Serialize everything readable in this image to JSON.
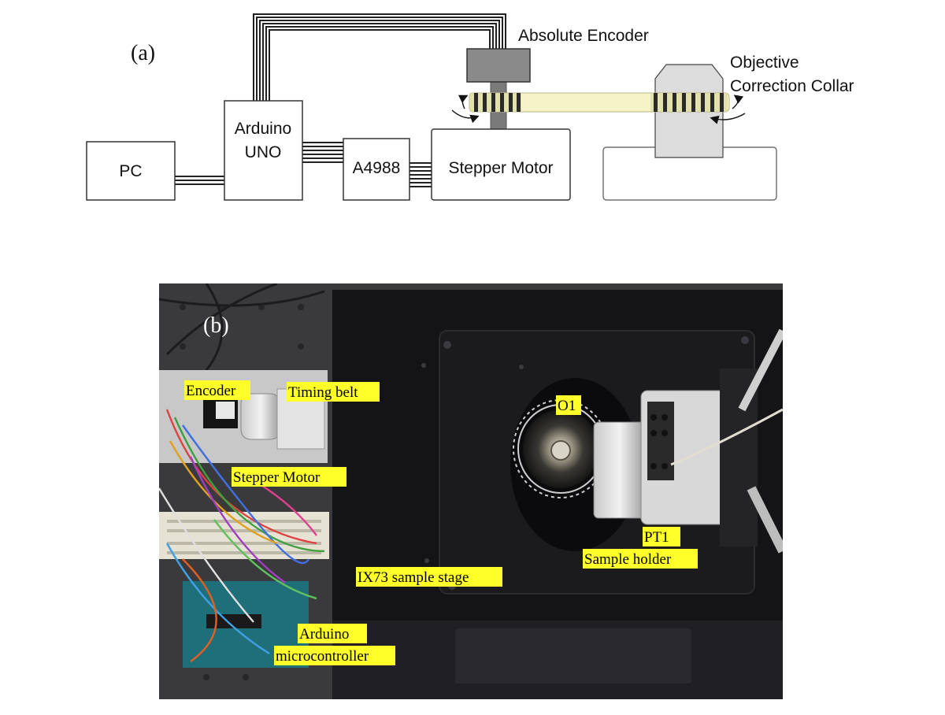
{
  "panel_a": {
    "label": "(a)",
    "blocks": {
      "pc": "PC",
      "arduino_line1": "Arduino",
      "arduino_line2": "UNO",
      "driver": "A4988",
      "motor": "Stepper Motor"
    },
    "labels": {
      "encoder": "Absolute Encoder",
      "collar_line1": "Objective",
      "collar_line2": "Correction Collar"
    }
  },
  "panel_b": {
    "label": "(b)",
    "callouts": {
      "encoder": "Encoder",
      "timing_belt": "Timing belt",
      "stepper_motor": "Stepper Motor",
      "o1": "O1",
      "pt1": "PT1",
      "sample_holder": "Sample holder",
      "stage": "IX73 sample stage",
      "arduino_line1": "Arduino",
      "arduino_line2": "microcontroller"
    }
  },
  "colors": {
    "highlight": "#ffff2a",
    "belt": "#f6f3c6",
    "block_stroke": "#333333"
  }
}
